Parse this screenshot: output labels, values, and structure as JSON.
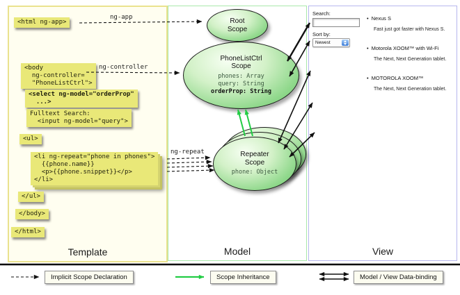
{
  "colors": {
    "code_bg": "#e9e878",
    "scope_fill_light": "#f6fff2",
    "scope_fill_dark": "#68c468",
    "inheritance_green": "#22cc44",
    "template_border": "#eae28e",
    "model_border": "#a9e8ab",
    "view_border": "#b6b6ee"
  },
  "template_panel": {
    "label": "Template",
    "code": {
      "html_open": "<html ng-app>",
      "body_open": "<body\n  ng-controller=\n  \"PhoneListCtrl\">",
      "select": "<select ng-model=\"orderProp\"\n  ...>",
      "fulltext": "Fulltext Search:\n  <input ng-model=\"query\">",
      "ul_open": "<ul>",
      "li_repeat": "<li ng-repeat=\"phone in phones\">\n  {{phone.name}}\n  <p>{{phone.snippet}}</p>\n</li>",
      "ul_close": "</ul>",
      "body_close": "</body>",
      "html_close": "</html>"
    }
  },
  "model_panel": {
    "label": "Model",
    "root_scope": {
      "title": "Root\nScope"
    },
    "phonelist_scope": {
      "title": "PhoneListCtrl\nScope",
      "props": [
        "phones: Array",
        "query: String"
      ],
      "bold_prop": "orderProp: String"
    },
    "repeater_scope": {
      "title": "Repeater\nScope",
      "prop": "phone: Object"
    }
  },
  "view_panel": {
    "label": "View",
    "search_label": "Search:",
    "search_value": "",
    "sort_label": "Sort by:",
    "sort_value": "Newest",
    "bullet": "•",
    "items": [
      {
        "name": "Nexus S",
        "snippet": "Fast just got faster with Nexus S."
      },
      {
        "name": "Motorola XOOM™ with Wi-Fi",
        "snippet": "The Next, Next Generation tablet."
      },
      {
        "name": "MOTOROLA XOOM™",
        "snippet": "The Next, Next Generation tablet."
      }
    ]
  },
  "arrow_labels": {
    "ng_app": "ng-app",
    "ng_controller": "ng-controller",
    "ng_repeat": "ng-repeat"
  },
  "legend": {
    "implicit": "Implicit Scope Declaration",
    "inheritance": "Scope Inheritance",
    "binding": "Model / View Data-binding"
  }
}
